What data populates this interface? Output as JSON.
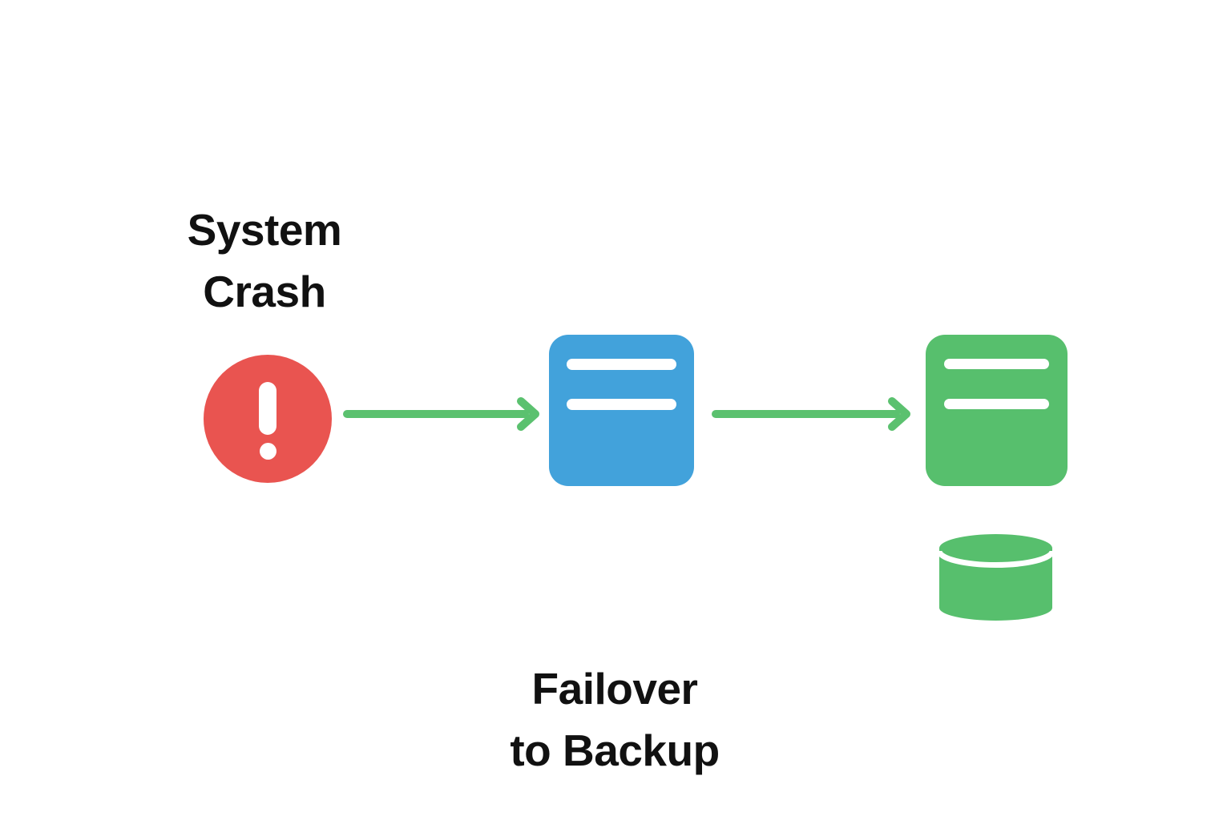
{
  "diagram": {
    "description": "Failover flow diagram: a system crash alert triggers failover from a primary server to a backup server with a backup database",
    "background": "#FFFFFF",
    "text_color": "#111111",
    "labels": {
      "system_crash": [
        "System",
        "Crash"
      ],
      "failover": [
        "Failover",
        "to Backup"
      ]
    },
    "nodes": [
      {
        "id": "system-crash-alert",
        "icon": "alert-exclamation-circle",
        "color": "#E95450",
        "label": "System Crash"
      },
      {
        "id": "primary-server",
        "icon": "server",
        "color": "#42A2DB",
        "label": ""
      },
      {
        "id": "backup-server",
        "icon": "server",
        "color": "#57BF6D",
        "label": "Failover to Backup"
      },
      {
        "id": "backup-database",
        "icon": "database-cylinder",
        "color": "#57BF6D",
        "label": ""
      }
    ],
    "arrows": [
      {
        "id": "arrow-crash-to-primary",
        "from": "system-crash-alert",
        "to": "primary-server",
        "color": "#5BC16F"
      },
      {
        "id": "arrow-primary-to-backup",
        "from": "primary-server",
        "to": "backup-server",
        "color": "#5BC16F"
      }
    ]
  }
}
